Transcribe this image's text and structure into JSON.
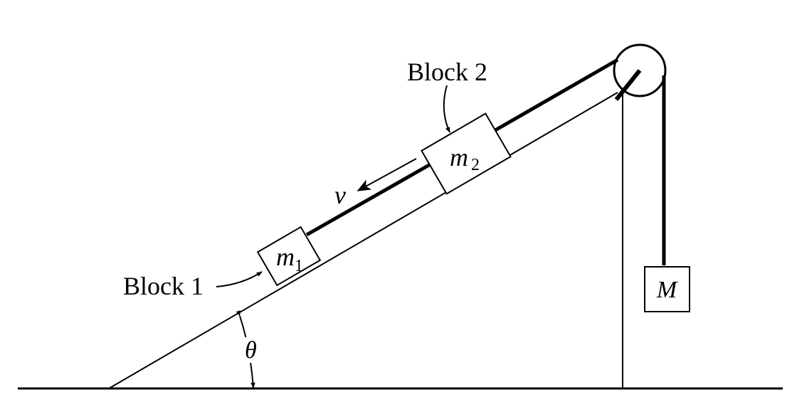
{
  "labels": {
    "block1": "Block 1",
    "block2": "Block 2",
    "m1_main": "m",
    "m1_sub": "1",
    "m2_main": "m",
    "m2_sub": "2",
    "hanging_mass": "M",
    "velocity": "v",
    "angle": "θ"
  }
}
